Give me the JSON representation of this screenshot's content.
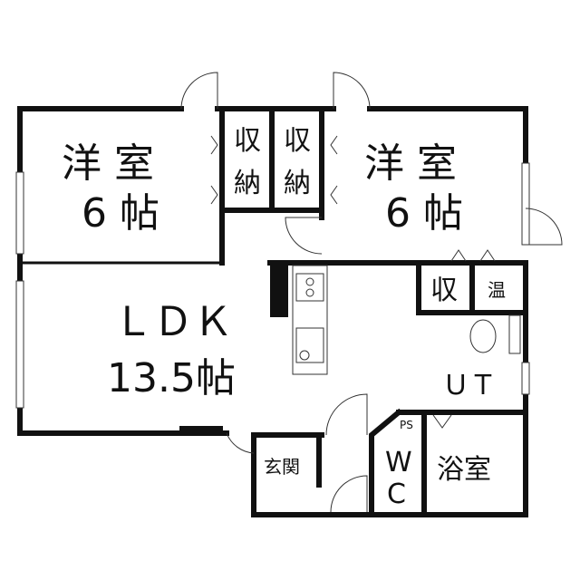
{
  "floor_plan": {
    "rooms": {
      "western_room_left": {
        "name": "洋 室",
        "size": "6 帖"
      },
      "closet_1": {
        "line1": "収",
        "line2": "納"
      },
      "closet_2": {
        "line1": "収",
        "line2": "納"
      },
      "western_room_right": {
        "name": "洋 室",
        "size": "6 帖"
      },
      "ldk": {
        "name": "ＬＤＫ",
        "size": "13.5帖"
      },
      "storage": "収",
      "water_heater": "温",
      "utility": "ＵＴ",
      "bathroom": "浴室",
      "toilet": {
        "line1": "W",
        "line2": "C"
      },
      "pipe_space": "PS",
      "entrance": "玄関"
    }
  }
}
